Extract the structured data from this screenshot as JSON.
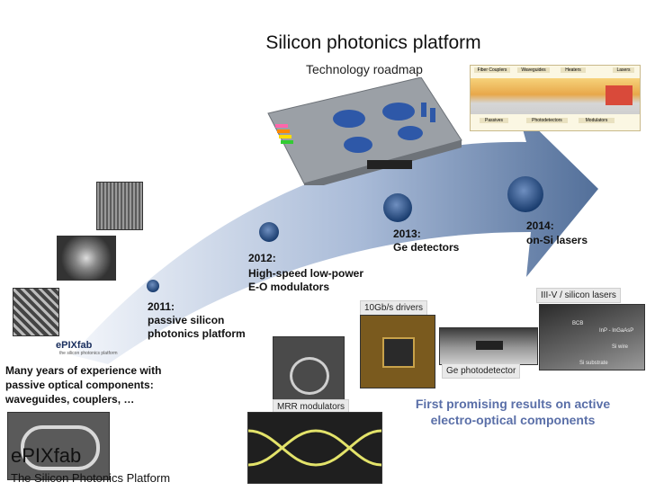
{
  "title": "Silicon photonics platform",
  "subtitle": "Technology roadmap",
  "milestones": [
    {
      "year": "2011:",
      "text": "passive silicon\nphotonics platform"
    },
    {
      "year": "2012:",
      "text": "High-speed low-power\nE-O modulators"
    },
    {
      "year": "2013:",
      "text": "Ge detectors"
    },
    {
      "year": "2014:",
      "text": "on-Si lasers"
    }
  ],
  "left_text": "Many years of experience with\npassive optical components:\nwaveguides, couplers, …",
  "epixfab_small": {
    "name": "ePIXfab",
    "tagline": "the silicon photonics platform"
  },
  "captions": {
    "drivers": "10Gb/s drivers",
    "photodetector": "Ge photodetector",
    "mrr": "MRR modulators",
    "lasers": "III-V / silicon lasers"
  },
  "result_text": "First promising results on active\nelectro-optical components",
  "footer": {
    "logo": "ePIXfab",
    "tagline": "The Silicon Photonics Platform"
  },
  "schematic_labels": [
    "Fiber Couplers",
    "Waveguides",
    "Heaters",
    "Lasers",
    "Passives",
    "Photodetectors",
    "Modulators"
  ],
  "laser_sem_labels": [
    "BCB",
    "InP - InGaAsP",
    "Si wire",
    "Si substrate"
  ],
  "colors": {
    "arrow_light": "#e8eef7",
    "arrow_dark": "#3f5f8e",
    "dot_light": "#b8cbe6",
    "dot_dark": "#1d3f73",
    "result_blue": "#5a6fa8"
  }
}
